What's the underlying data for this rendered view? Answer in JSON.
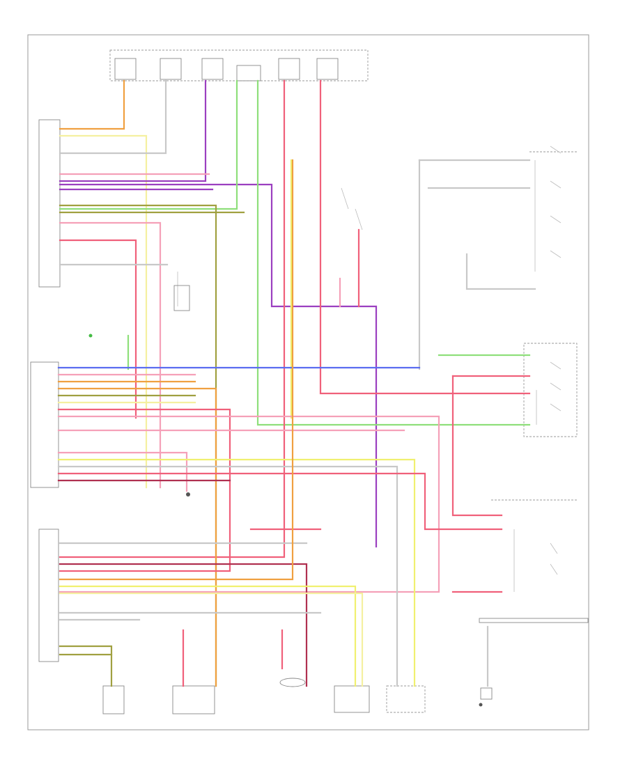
{
  "diagram": {
    "footer_code": "",
    "colors": {
      "red": "#f0607a",
      "pink": "#f5a0b8",
      "purple": "#9b3fc0",
      "yellow": "#f0f070",
      "green": "#8edf7a",
      "orange": "#f0a040",
      "blue": "#5a6cf0",
      "darkred": "#b03050",
      "olive": "#a0a040",
      "lightyellow": "#f5f0a0",
      "gray": "#b0b0b0"
    },
    "components": [
      {
        "id": "fuse-block-top",
        "label": ""
      },
      {
        "id": "body-control-unit-top",
        "label": ""
      },
      {
        "id": "ground-left",
        "label": ""
      },
      {
        "id": "transmission-range-switch",
        "label": ""
      },
      {
        "id": "body-control-unit-mid",
        "label": ""
      },
      {
        "id": "od-switch",
        "label": ""
      },
      {
        "id": "body-control-unit-bottom",
        "label": ""
      },
      {
        "id": "steering-switch-cluster",
        "label": ""
      },
      {
        "id": "shift-lock-solenoid",
        "label": ""
      },
      {
        "id": "cruise-control-solenoid",
        "label": ""
      },
      {
        "id": "combination-switch-box",
        "label": ""
      },
      {
        "id": "bottom-sensor-1",
        "label": ""
      },
      {
        "id": "bottom-sensor-2",
        "label": ""
      },
      {
        "id": "bottom-sensor-3",
        "label": ""
      },
      {
        "id": "bottom-sensor-4",
        "label": ""
      },
      {
        "id": "bottom-sensor-5",
        "label": ""
      },
      {
        "id": "bottom-sensor-6",
        "label": ""
      }
    ]
  }
}
